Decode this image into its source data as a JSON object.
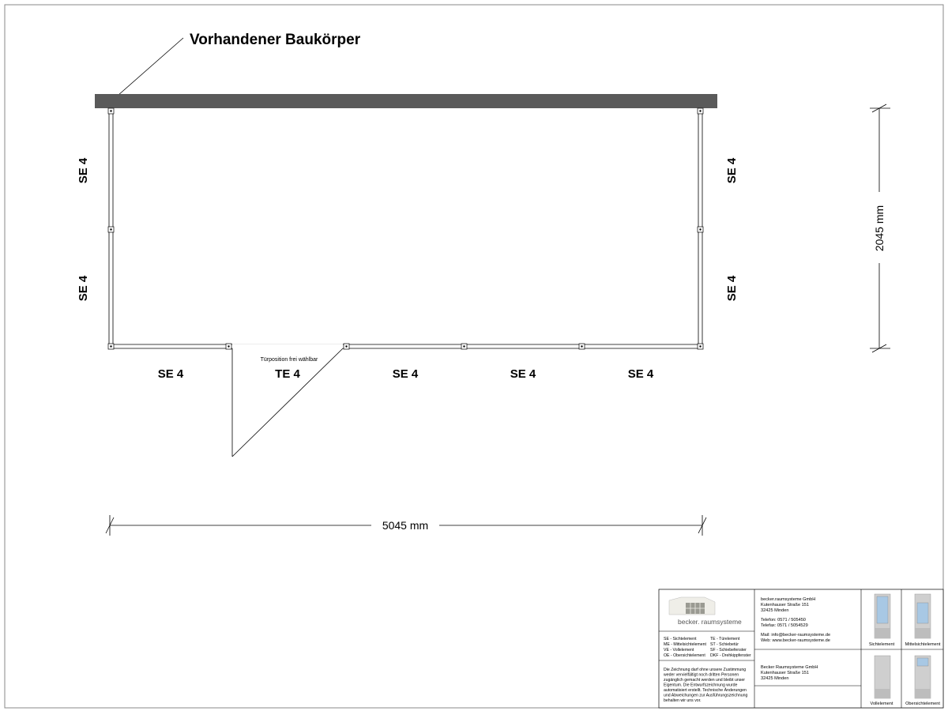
{
  "title": "Vorhandener Baukörper",
  "plan": {
    "wall_labels": {
      "left_top": "SE 4",
      "left_bottom": "SE 4",
      "right_top": "SE 4",
      "right_bottom": "SE 4",
      "front": [
        "SE 4",
        "TE 4",
        "SE 4",
        "SE 4",
        "SE 4"
      ]
    },
    "door_note": "Türposition frei wählbar",
    "width_dimension": "5045 mm",
    "depth_dimension": "2045 mm"
  },
  "title_block": {
    "logo_text": "becker. raumsysteme",
    "legend": [
      [
        "SE - Sichtelement",
        "TE - Türelement"
      ],
      [
        "ME - Mittelsichtelement",
        "ST - Schiebetür"
      ],
      [
        "VE - Vollelement",
        "SF - Schiebefenster"
      ],
      [
        "OE - Obersichtelement",
        "DKF - Drehkippfenster"
      ]
    ],
    "disclaimer": [
      "Die Zeichnung darf ohne unsere Zustimmung",
      "weder vervielfältigt noch dritten Personen",
      "zugänglich gemacht werden und bleibt unser",
      "Eigentum. Die Entwurfszeichnung wurde",
      "automatisiert erstellt. Technische Änderungen",
      "und Abweichungen zur Ausführungszeichnung",
      "behalten wir uns vor."
    ],
    "company_top": [
      "becker.raumsysteme GmbH",
      "Kutenhauser Straße 151",
      "32425 Minden",
      "",
      "Telefon: 0571 / 505450",
      "Telefax: 0571 / 5054529",
      "",
      "Mail: info@becker-raumsysteme.de",
      "Web: www.becker-raumsysteme.de"
    ],
    "company_bottom": [
      "Becker Raumsysteme GmbH",
      "Kutenhauser Straße 151",
      "32425 Minden"
    ],
    "element_labels": {
      "sicht": "Sichtelement",
      "mittelsicht": "Mittelsichtelement",
      "voll": "Vollelement",
      "obersicht": "Obersichtelement"
    }
  },
  "colors": {
    "existing_building": "#5a5a5a",
    "line": "#000000",
    "glass": "#a8c8e4",
    "panel": "#cfcfcf"
  }
}
